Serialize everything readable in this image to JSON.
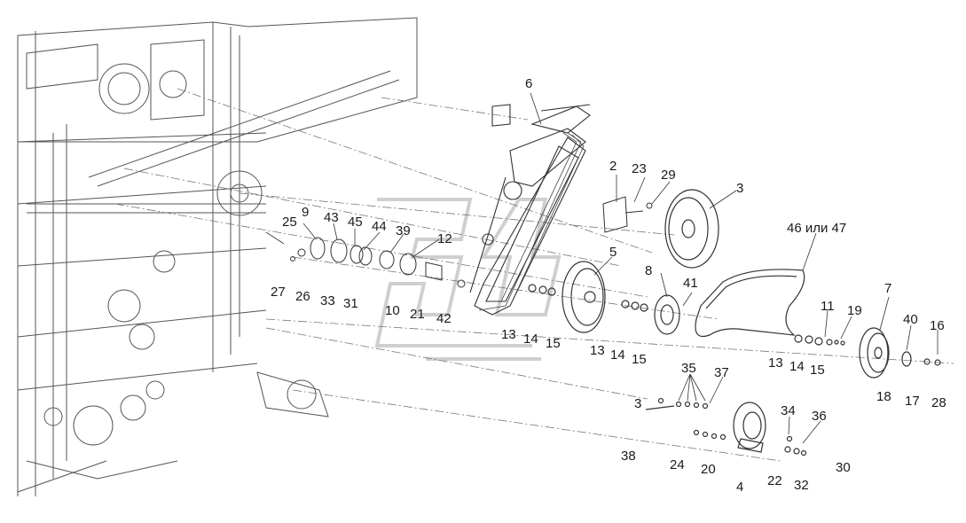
{
  "diagram": {
    "callouts": [
      {
        "id": "c6",
        "text": "6"
      },
      {
        "id": "c2",
        "text": "2"
      },
      {
        "id": "c23",
        "text": "23"
      },
      {
        "id": "c29",
        "text": "29"
      },
      {
        "id": "c3a",
        "text": "3"
      },
      {
        "id": "c25",
        "text": "25"
      },
      {
        "id": "c9",
        "text": "9"
      },
      {
        "id": "c43",
        "text": "43"
      },
      {
        "id": "c45",
        "text": "45"
      },
      {
        "id": "c44",
        "text": "44"
      },
      {
        "id": "c39",
        "text": "39"
      },
      {
        "id": "c12",
        "text": "12"
      },
      {
        "id": "c46",
        "text": "46 или 47"
      },
      {
        "id": "c5",
        "text": "5"
      },
      {
        "id": "c8",
        "text": "8"
      },
      {
        "id": "c27",
        "text": "27"
      },
      {
        "id": "c26",
        "text": "26"
      },
      {
        "id": "c33",
        "text": "33"
      },
      {
        "id": "c31",
        "text": "31"
      },
      {
        "id": "c10",
        "text": "10"
      },
      {
        "id": "c21",
        "text": "21"
      },
      {
        "id": "c42",
        "text": "42"
      },
      {
        "id": "c41",
        "text": "41"
      },
      {
        "id": "c7",
        "text": "7"
      },
      {
        "id": "c11",
        "text": "11"
      },
      {
        "id": "c19",
        "text": "19"
      },
      {
        "id": "c13a",
        "text": "13"
      },
      {
        "id": "c14a",
        "text": "14"
      },
      {
        "id": "c15a",
        "text": "15"
      },
      {
        "id": "c13b",
        "text": "13"
      },
      {
        "id": "c14b",
        "text": "14"
      },
      {
        "id": "c15b",
        "text": "15"
      },
      {
        "id": "c40",
        "text": "40"
      },
      {
        "id": "c16",
        "text": "16"
      },
      {
        "id": "c13c",
        "text": "13"
      },
      {
        "id": "c14c",
        "text": "14"
      },
      {
        "id": "c15c",
        "text": "15"
      },
      {
        "id": "c18",
        "text": "18"
      },
      {
        "id": "c17",
        "text": "17"
      },
      {
        "id": "c28",
        "text": "28"
      },
      {
        "id": "c35",
        "text": "35"
      },
      {
        "id": "c37",
        "text": "37"
      },
      {
        "id": "c3b",
        "text": "3"
      },
      {
        "id": "c34",
        "text": "34"
      },
      {
        "id": "c36",
        "text": "36"
      },
      {
        "id": "c38",
        "text": "38"
      },
      {
        "id": "c24",
        "text": "24"
      },
      {
        "id": "c20",
        "text": "20"
      },
      {
        "id": "c4",
        "text": "4"
      },
      {
        "id": "c22",
        "text": "22"
      },
      {
        "id": "c32",
        "text": "32"
      },
      {
        "id": "c30",
        "text": "30"
      }
    ]
  },
  "colors": {
    "line": "#3a3a3a",
    "light": "#9a9a9a",
    "watermark": "#cfcfcf",
    "text": "#1a1a1a"
  }
}
